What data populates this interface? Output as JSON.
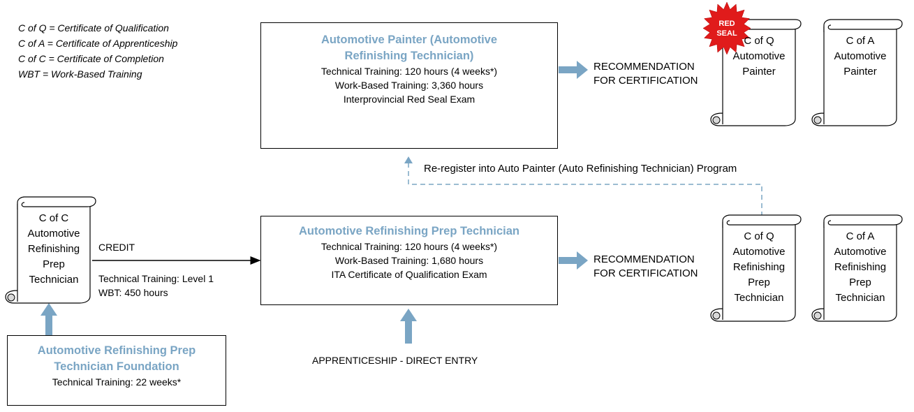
{
  "legend": [
    "C of Q = Certificate of Qualification",
    "C of A = Certificate of Apprenticeship",
    "C of C = Certificate of Completion",
    "WBT = Work-Based Training"
  ],
  "painter_box": {
    "title_line1": "Automotive Painter (Automotive",
    "title_line2": "Refinishing Technician)",
    "lines": [
      "Technical Training:  120 hours (4 weeks*)",
      "Work-Based Training: 3,360 hours",
      "Interprovincial Red Seal Exam"
    ]
  },
  "prep_box": {
    "title": "Automotive Refinishing Prep Technician",
    "lines": [
      "Technical Training:  120 hours (4 weeks*)",
      "Work-Based Training: 1,680 hours",
      "ITA Certificate of Qualification Exam"
    ]
  },
  "foundation_box": {
    "title_line1": "Automotive Refinishing Prep",
    "title_line2": "Technician Foundation",
    "line": "Technical Training:  22 weeks*"
  },
  "recommendation_top": [
    "RECOMMENDATION",
    "FOR CERTIFICATION"
  ],
  "recommendation_bottom": [
    "RECOMMENDATION",
    "FOR CERTIFICATION"
  ],
  "reregister_label": "Re-register into Auto Painter (Auto Refinishing Technician) Program",
  "credit": {
    "title": "CREDIT",
    "line1": "Technical Training: Level 1",
    "line2": "WBT:  450 hours"
  },
  "direct_entry": "APPRENTICESHIP - DIRECT ENTRY",
  "red_seal": [
    "RED",
    "SEAL"
  ],
  "scrolls": {
    "top_cofq": [
      "C of Q",
      "Automotive",
      "Painter"
    ],
    "top_cofa": [
      "C of A",
      "Automotive",
      "Painter"
    ],
    "left_cofc": [
      "C of C",
      "Automotive",
      "Refinishing",
      "Prep",
      "Technician"
    ],
    "bot_cofq": [
      "C of Q",
      "Automotive",
      "Refinishing",
      "Prep",
      "Technician"
    ],
    "bot_cofa": [
      "C of A",
      "Automotive",
      "Refinishing",
      "Prep",
      "Technician"
    ]
  },
  "colors": {
    "accent_title": "#7aa5c4",
    "arrow_fill": "#7aa5c4",
    "dashed_line": "#7aa5c4",
    "red_seal": "#e01b1b"
  }
}
